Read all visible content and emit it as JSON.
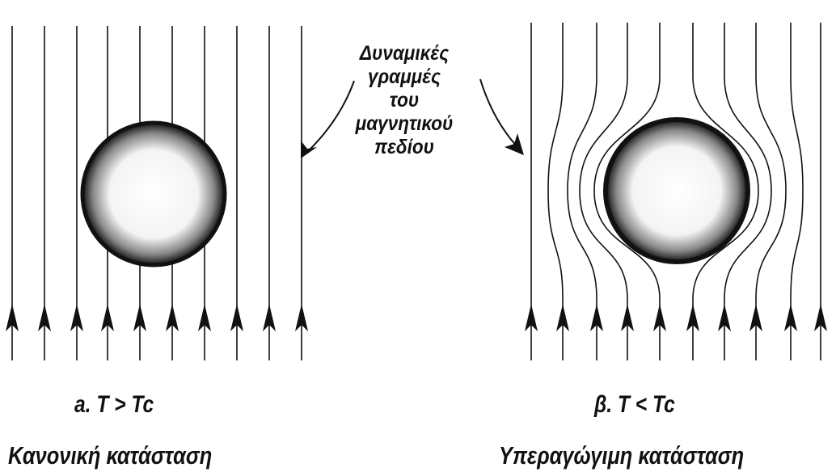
{
  "annotation": {
    "lines": [
      "Δυναμικές",
      "γραμμές",
      "του",
      "μαγνητικού",
      "πεδίου"
    ]
  },
  "panel_a": {
    "formula": "a.   T > Tc",
    "caption": "Κανονική  κατάσταση"
  },
  "panel_b": {
    "formula": "β.  T < Tc",
    "caption": "Υπεραγώγιμη  κατάσταση"
  },
  "colors": {
    "ink": "#111111",
    "background": "#ffffff"
  }
}
